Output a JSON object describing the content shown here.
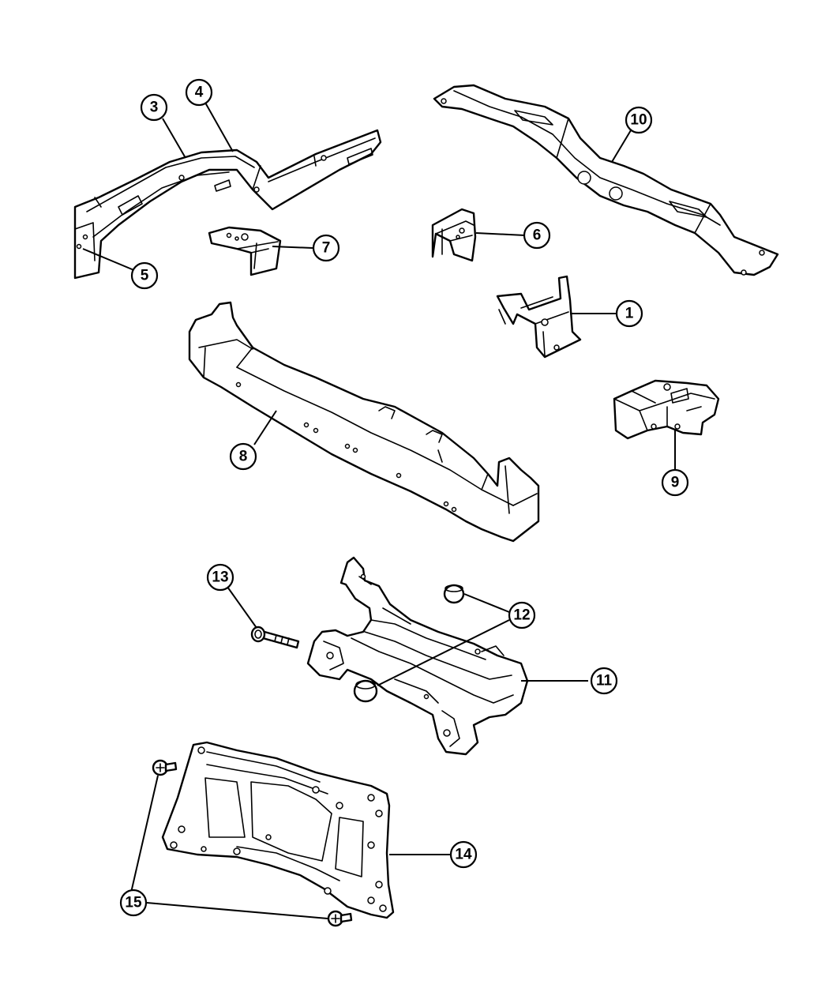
{
  "callouts": {
    "c1": "1",
    "c3": "3",
    "c4": "4",
    "c5": "5",
    "c6": "6",
    "c7": "7",
    "c8": "8",
    "c9": "9",
    "c10": "10",
    "c11": "11",
    "c12": "12",
    "c13": "13",
    "c14": "14",
    "c15": "15"
  },
  "colors": {
    "line": "#000000",
    "background": "#ffffff"
  }
}
